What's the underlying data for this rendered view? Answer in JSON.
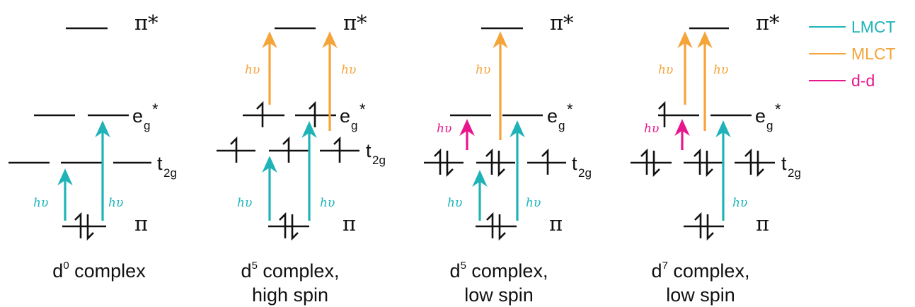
{
  "colors": {
    "LMCT": "#1fb3b8",
    "MLCT": "#f5a43a",
    "dd": "#e8168c",
    "line": "#111111"
  },
  "level_labels": {
    "pi_star": "π*",
    "eg_main": "e",
    "eg_sub": "g",
    "eg_star": "*",
    "t2g_main": "t",
    "t2g_sub": "2g",
    "pi": "π"
  },
  "photon_label": "hυ",
  "legend": [
    {
      "label": "LMCT",
      "color_key": "LMCT"
    },
    {
      "label": "MLCT",
      "color_key": "MLCT"
    },
    {
      "label": "d-d",
      "color_key": "dd"
    }
  ],
  "panels": [
    {
      "sup": "0",
      "line1": " complex",
      "line2": ""
    },
    {
      "sup": "5",
      "line1": " complex,",
      "line2": "high spin"
    },
    {
      "sup": "5",
      "line1": " complex,",
      "line2": "low spin"
    },
    {
      "sup": "7",
      "line1": " complex,",
      "line2": "low spin"
    }
  ],
  "d_prefix": "d"
}
